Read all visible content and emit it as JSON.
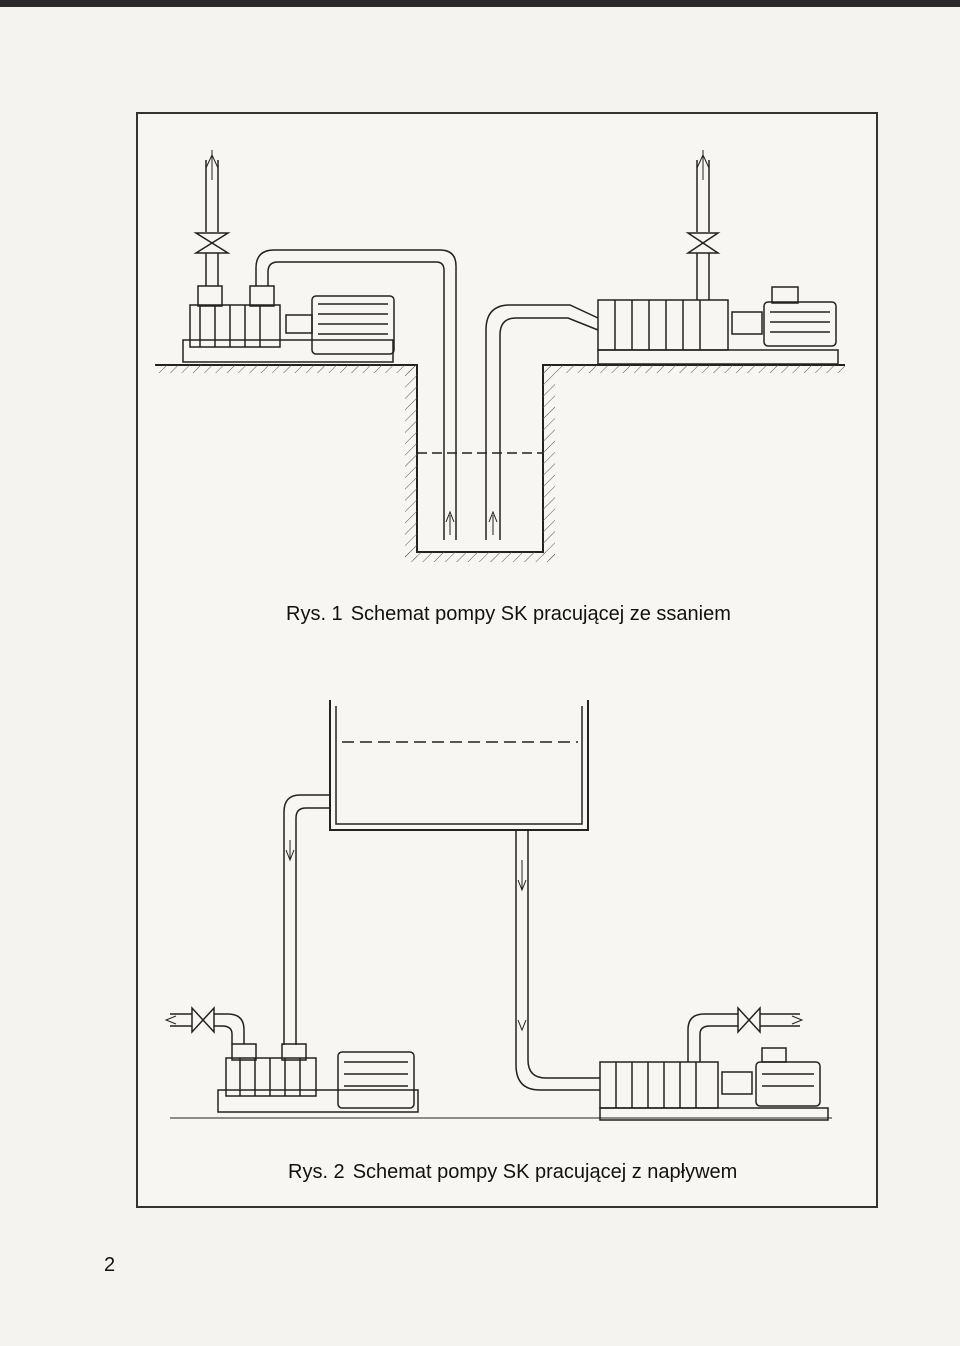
{
  "figure1": {
    "label": "Rys. 1",
    "caption": "Schemat pompy SK pracującej ze ssaniem"
  },
  "figure2": {
    "label": "Rys. 2",
    "caption": "Schemat pompy SK pracującej z napływem"
  },
  "page_number": "2"
}
